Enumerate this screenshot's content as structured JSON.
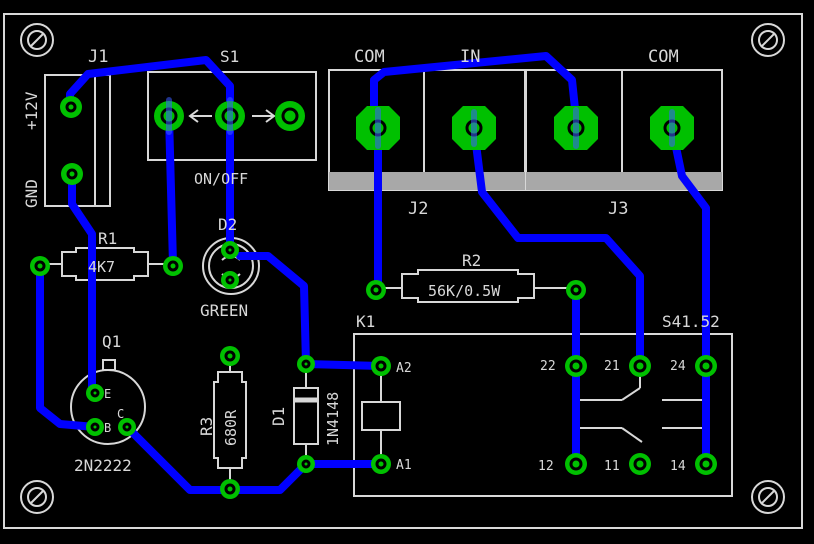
{
  "labels": {
    "j1": "J1",
    "s1": "S1",
    "j2": "J2",
    "j3": "J3",
    "com_left": "COM",
    "in": "IN",
    "com_right": "COM",
    "plus12v": "+12V",
    "gnd": "GND",
    "onoff": "ON/OFF",
    "r1": "R1",
    "r1_value": "4K7",
    "d2": "D2",
    "green": "GREEN",
    "r2": "R2",
    "r2_value": "56K/0.5W",
    "k1": "K1",
    "relay_part": "S41.52",
    "q1": "Q1",
    "q1_part": "2N2222",
    "q1_e": "E",
    "q1_b": "B",
    "q1_c": "C",
    "r3": "R3",
    "r3_value": "680R",
    "d1": "D1",
    "d1_part": "1N4148",
    "a2": "A2",
    "a1": "A1",
    "pin22": "22",
    "pin21": "21",
    "pin24": "24",
    "pin12": "12",
    "pin11": "11",
    "pin14": "14"
  },
  "colors": {
    "background": "#000000",
    "trace": "#0000ff",
    "trace_highlight": "#3a5cff",
    "pad": "#00c000",
    "silkscreen": "#d8d8d8",
    "terminal_bar": "#a8a8a8"
  }
}
